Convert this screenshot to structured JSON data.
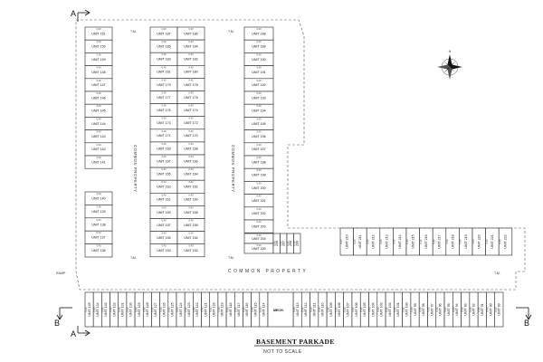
{
  "title": "BASEMENT PARKADE",
  "subtitle": "NOT TO SCALE",
  "common_property": "COMMON PROPERTY",
  "common_property_main": "COMMON PROPERTY",
  "ramp": "RAMP",
  "mech": "MECH.",
  "section_a": "A",
  "section_b": "B",
  "dim_label": "6.40",
  "unit_dim": "2.90",
  "tm_label": "T.M.",
  "stall_dim": "5.10",
  "columns": {
    "col1": [
      "UNIT 151",
      "UNIT 150",
      "UNIT 149",
      "UNIT 148",
      "UNIT 147",
      "UNIT 146",
      "UNIT 145",
      "UNIT 144",
      "UNIT 143",
      "UNIT 142",
      "UNIT 141"
    ],
    "col1b": [
      "UNIT 140",
      "UNIT 139",
      "UNIT 138",
      "UNIT 137",
      "UNIT 136"
    ],
    "col2a": [
      "UNIT 187",
      "UNIT 185",
      "UNIT 183",
      "UNIT 181",
      "UNIT 179",
      "UNIT 177",
      "UNIT 175",
      "UNIT 173",
      "UNIT 171",
      "UNIT 169",
      "UNIT 167",
      "UNIT 165",
      "UNIT 163",
      "UNIT 161",
      "UNIT 159",
      "UNIT 157",
      "UNIT 155",
      "UNIT 153"
    ],
    "col2b": [
      "UNIT 186",
      "UNIT 184",
      "UNIT 182",
      "UNIT 180",
      "UNIT 178",
      "UNIT 176",
      "UNIT 174",
      "UNIT 172",
      "UNIT 170",
      "UNIT 168",
      "UNIT 166",
      "UNIT 164",
      "UNIT 162",
      "UNIT 160",
      "UNIT 158",
      "UNIT 156",
      "UNIT 154",
      "UNIT 152"
    ],
    "col3": [
      "UNIT 188",
      "UNIT 189",
      "UNIT 190",
      "UNIT 191",
      "UNIT 192",
      "UNIT 193",
      "UNIT 194",
      "UNIT 195",
      "UNIT 196",
      "UNIT 197",
      "UNIT 198",
      "UNIT 199",
      "UNIT 200",
      "UNIT 201",
      "UNIT 202",
      "UNIT 203"
    ],
    "col3b": [
      "UNIT 204",
      "UNIT 205"
    ],
    "rowR": [
      "UNIT 210",
      "UNIT 211",
      "UNIT 212",
      "UNIT 213",
      "UNIT 214",
      "UNIT 215",
      "UNIT 216",
      "UNIT 217",
      "UNIT 218",
      "UNIT 219",
      "UNIT 220",
      "UNIT 221",
      "UNIT 222"
    ],
    "rowR_small": [
      "206",
      "207",
      "208",
      "209"
    ],
    "bottom_left": [
      "UNIT 135",
      "UNIT 134",
      "UNIT 133",
      "UNIT 132",
      "UNIT 131",
      "UNIT 130",
      "UNIT 129",
      "UNIT 128",
      "UNIT 127",
      "UNIT 126",
      "UNIT 125",
      "UNIT 124",
      "UNIT 123",
      "UNIT 122",
      "UNIT 121",
      "UNIT 120",
      "UNIT 119",
      "UNIT 118",
      "UNIT 117",
      "UNIT 116",
      "UNIT 115",
      "UNIT 114"
    ],
    "bottom_right": [
      "UNIT 113",
      "UNIT 112",
      "UNIT 111",
      "UNIT 110",
      "UNIT 109",
      "UNIT 108",
      "UNIT 107",
      "UNIT 106",
      "UNIT 105",
      "UNIT 104",
      "UNIT 103",
      "UNIT 102",
      "UNIT 101",
      "UNIT 100",
      "UNIT 99",
      "UNIT 98",
      "UNIT 97",
      "UNIT 96",
      "UNIT 95",
      "UNIT 94",
      "UNIT 93",
      "UNIT 92",
      "UNIT 91",
      "UNIT 90",
      "UNIT 89"
    ]
  },
  "compass_label": "N"
}
